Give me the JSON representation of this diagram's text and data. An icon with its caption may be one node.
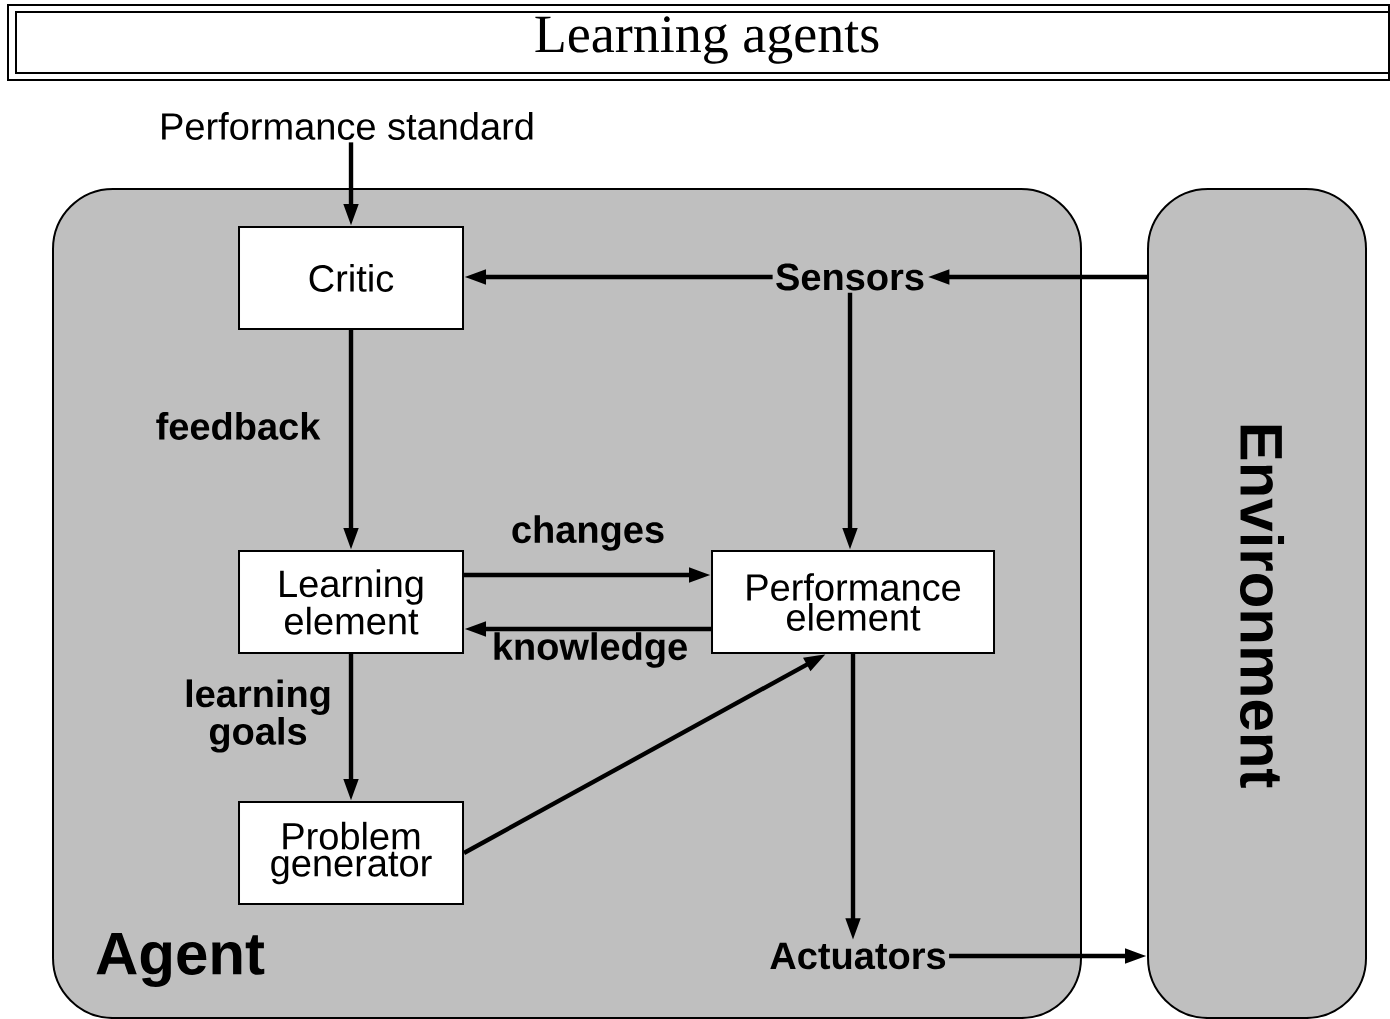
{
  "diagram": {
    "title": "Learning agents",
    "nodes": [
      {
        "text": [
          "Agent"
        ]
      },
      {
        "text": [
          "Environment"
        ]
      },
      {
        "text": [
          "Performance standard"
        ]
      },
      {
        "text": [
          "Critic"
        ],
        "in": 0
      },
      {
        "text": [
          "Sensors"
        ],
        "in": 0
      },
      {
        "text": [
          "Learning element"
        ],
        "in": 0
      },
      {
        "text": [
          "Performance element"
        ],
        "in": 0
      },
      {
        "text": [
          "Problem generator"
        ],
        "in": 0
      },
      {
        "text": [
          "Actuators"
        ],
        "in": 0
      }
    ],
    "edges": [
      {
        "from": 2,
        "to": 3,
        "arrow": "to"
      },
      {
        "from": 4,
        "to": 3,
        "arrow": "to"
      },
      {
        "from": 1,
        "to": 4,
        "arrow": "to"
      },
      {
        "from": 3,
        "to": 5,
        "arrow": "to",
        "label": "feedback"
      },
      {
        "from": 4,
        "to": 6,
        "arrow": "to"
      },
      {
        "from": 5,
        "to": 6,
        "arrow": "to",
        "label": "changes"
      },
      {
        "from": 6,
        "to": 5,
        "arrow": "to",
        "label": "knowledge"
      },
      {
        "from": 5,
        "to": 7,
        "arrow": "to",
        "label": "learning goals"
      },
      {
        "from": 7,
        "to": 6,
        "arrow": "to"
      },
      {
        "from": 6,
        "to": 8,
        "arrow": "to"
      },
      {
        "from": 8,
        "to": 1,
        "arrow": "to"
      }
    ]
  }
}
